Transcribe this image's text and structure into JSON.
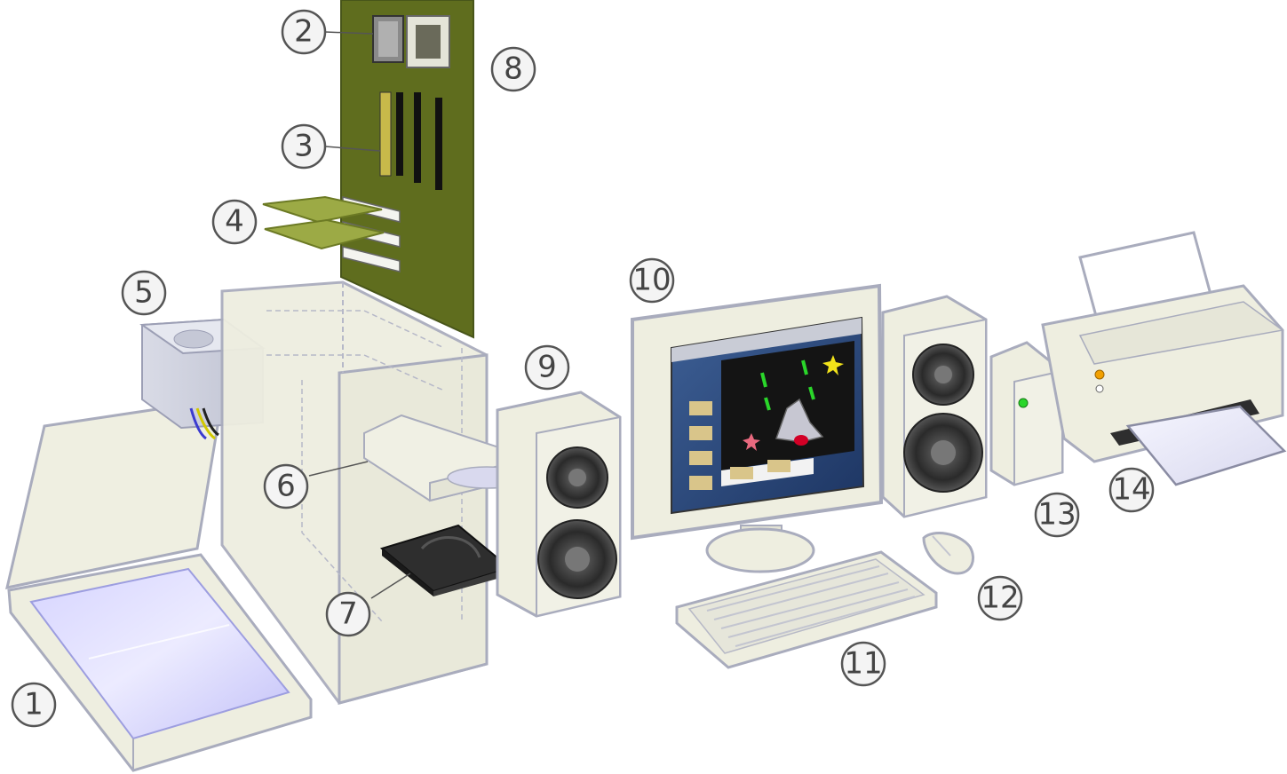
{
  "colors": {
    "case_fill": "#eeeee0",
    "case_stroke": "#a9acbd",
    "board_green": "#5f6d1e",
    "board_green_dark": "#48551a",
    "card_green": "#9caa45",
    "glass_blue": "#c9c7ff",
    "screen_blue": "#2f4c7e",
    "callout_stroke": "#555555",
    "callout_fill": "#f4f4f4",
    "led_green": "#2ad62a",
    "led_orange": "#f2a000"
  },
  "callouts": [
    {
      "id": "1",
      "label": "1",
      "component": "scanner"
    },
    {
      "id": "2",
      "label": "2",
      "component": "cpu"
    },
    {
      "id": "3",
      "label": "3",
      "component": "ram"
    },
    {
      "id": "4",
      "label": "4",
      "component": "expansion-cards"
    },
    {
      "id": "5",
      "label": "5",
      "component": "power-supply"
    },
    {
      "id": "6",
      "label": "6",
      "component": "optical-drive"
    },
    {
      "id": "7",
      "label": "7",
      "component": "hard-disk"
    },
    {
      "id": "8",
      "label": "8",
      "component": "motherboard"
    },
    {
      "id": "9",
      "label": "9",
      "component": "speaker-left"
    },
    {
      "id": "10",
      "label": "10",
      "component": "monitor"
    },
    {
      "id": "11",
      "label": "11",
      "component": "keyboard"
    },
    {
      "id": "12",
      "label": "12",
      "component": "mouse"
    },
    {
      "id": "13",
      "label": "13",
      "component": "external-drive"
    },
    {
      "id": "14",
      "label": "14",
      "component": "printer"
    }
  ]
}
